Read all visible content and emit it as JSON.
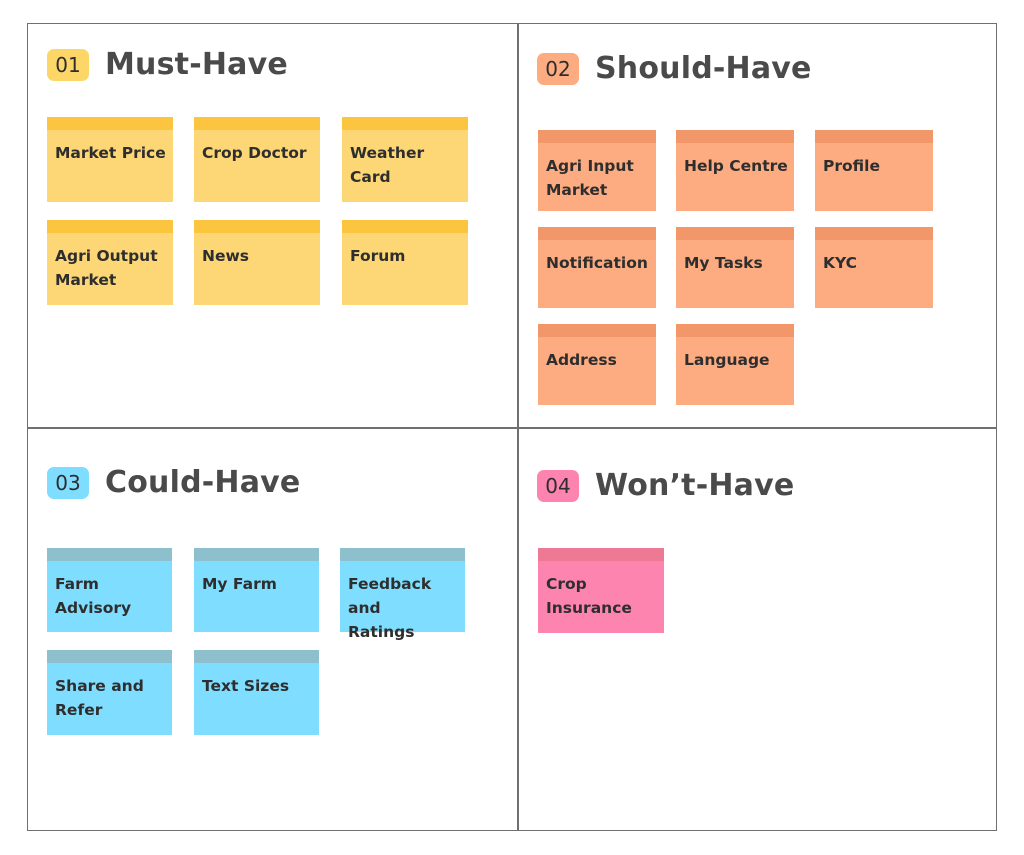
{
  "quadrants": {
    "must": {
      "number": "01",
      "title": "Must-Have",
      "badge_color": "#fcd667",
      "items": [
        {
          "label": "Market Price"
        },
        {
          "label": "Crop Doctor"
        },
        {
          "label": "Weather Card"
        },
        {
          "label": "Agri Output\nMarket"
        },
        {
          "label": "News"
        },
        {
          "label": "Forum"
        }
      ]
    },
    "should": {
      "number": "02",
      "title": "Should-Have",
      "badge_color": "#fdab80",
      "items": [
        {
          "label": "Agri Input\nMarket"
        },
        {
          "label": "Help Centre"
        },
        {
          "label": "Profile"
        },
        {
          "label": "Notification"
        },
        {
          "label": "My Tasks"
        },
        {
          "label": "KYC"
        },
        {
          "label": "Address"
        },
        {
          "label": "Language"
        }
      ]
    },
    "could": {
      "number": "03",
      "title": "Could-Have",
      "badge_color": "#7fdeff",
      "items": [
        {
          "label": "Farm\nAdvisory"
        },
        {
          "label": "My Farm"
        },
        {
          "label": "Feedback and\nRatings"
        },
        {
          "label": "Share and\nRefer"
        },
        {
          "label": "Text Sizes"
        }
      ]
    },
    "wont": {
      "number": "04",
      "title": "Won’t-Have",
      "badge_color": "#fe84b0",
      "items": [
        {
          "label": "Crop\nInsurance"
        }
      ]
    }
  }
}
